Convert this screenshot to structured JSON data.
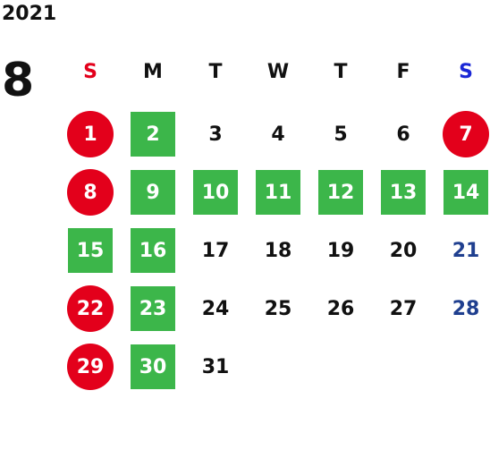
{
  "calendar": {
    "year": "2021",
    "month": "8",
    "weekdays": [
      "S",
      "M",
      "T",
      "W",
      "T",
      "F",
      "S"
    ],
    "colors": {
      "sunday_header": "#e3001b",
      "saturday_header": "#1b28d6",
      "holiday_circle": "#e3001b",
      "green_square": "#3cb64a",
      "saturday_text": "#1f3f8f",
      "default_text": "#111111"
    },
    "days": [
      {
        "day": "1",
        "style": "circle"
      },
      {
        "day": "2",
        "style": "square"
      },
      {
        "day": "3",
        "style": "plain"
      },
      {
        "day": "4",
        "style": "plain"
      },
      {
        "day": "5",
        "style": "plain"
      },
      {
        "day": "6",
        "style": "plain"
      },
      {
        "day": "7",
        "style": "circle"
      },
      {
        "day": "8",
        "style": "circle"
      },
      {
        "day": "9",
        "style": "square"
      },
      {
        "day": "10",
        "style": "square"
      },
      {
        "day": "11",
        "style": "square"
      },
      {
        "day": "12",
        "style": "square"
      },
      {
        "day": "13",
        "style": "square"
      },
      {
        "day": "14",
        "style": "square"
      },
      {
        "day": "15",
        "style": "square"
      },
      {
        "day": "16",
        "style": "square"
      },
      {
        "day": "17",
        "style": "plain"
      },
      {
        "day": "18",
        "style": "plain"
      },
      {
        "day": "19",
        "style": "plain"
      },
      {
        "day": "20",
        "style": "plain"
      },
      {
        "day": "21",
        "style": "saturday"
      },
      {
        "day": "22",
        "style": "circle"
      },
      {
        "day": "23",
        "style": "square"
      },
      {
        "day": "24",
        "style": "plain"
      },
      {
        "day": "25",
        "style": "plain"
      },
      {
        "day": "26",
        "style": "plain"
      },
      {
        "day": "27",
        "style": "plain"
      },
      {
        "day": "28",
        "style": "saturday"
      },
      {
        "day": "29",
        "style": "circle"
      },
      {
        "day": "30",
        "style": "square"
      },
      {
        "day": "31",
        "style": "plain"
      }
    ]
  }
}
